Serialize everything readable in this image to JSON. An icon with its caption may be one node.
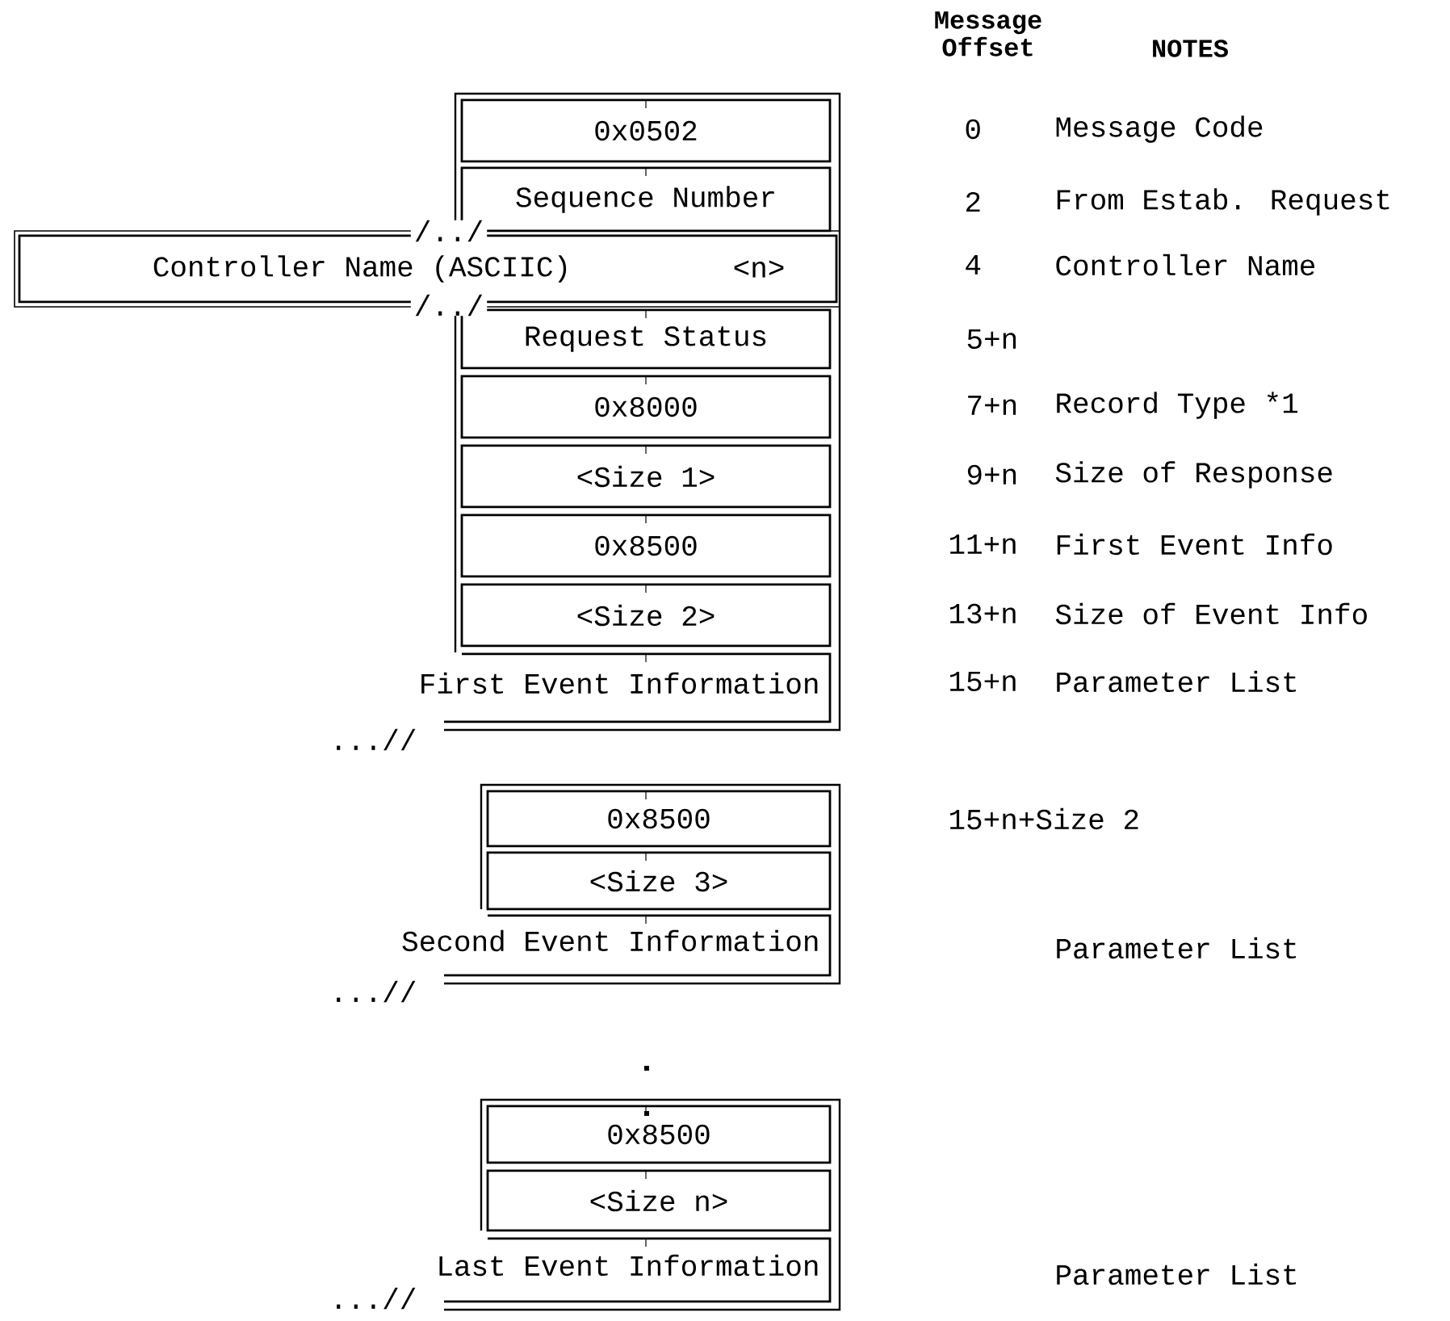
{
  "diagram": {
    "nodes": [
      {
        "text": [
          "0x0502"
        ]
      },
      {
        "text": [
          "Sequence Number"
        ]
      },
      {
        "text": [
          "Controller Name (ASCIIC)",
          "<n>"
        ]
      },
      {
        "text": [
          "Request Status"
        ]
      },
      {
        "text": [
          "0x8000"
        ]
      },
      {
        "text": [
          "<Size 1>"
        ]
      },
      {
        "text": [
          "0x8500"
        ]
      },
      {
        "text": [
          "<Size 2>"
        ]
      },
      {
        "text": [
          "First Event Information"
        ]
      },
      {
        "text": [
          "0x8500"
        ]
      },
      {
        "text": [
          "<Size 3>"
        ]
      },
      {
        "text": [
          "Second Event Information"
        ]
      },
      {
        "text": [
          "0x8500"
        ]
      },
      {
        "text": [
          "<Size n>"
        ]
      },
      {
        "text": [
          "Last Event Information"
        ]
      }
    ],
    "labels": [
      "Message Offset",
      "NOTES",
      "/../",
      "/../",
      "0",
      "Message Code",
      "2",
      "From Estab. Request",
      "4",
      "Controller Name",
      "5+n",
      "7+n",
      "Record Type *1",
      "9+n",
      "Size of Response",
      "11+n",
      "First Event Info",
      "13+n",
      "Size of Event Info",
      "15+n",
      "Parameter List",
      "...//",
      "15+n+Size 2",
      "Parameter List",
      "...//",
      "Parameter List",
      "...//"
    ]
  }
}
